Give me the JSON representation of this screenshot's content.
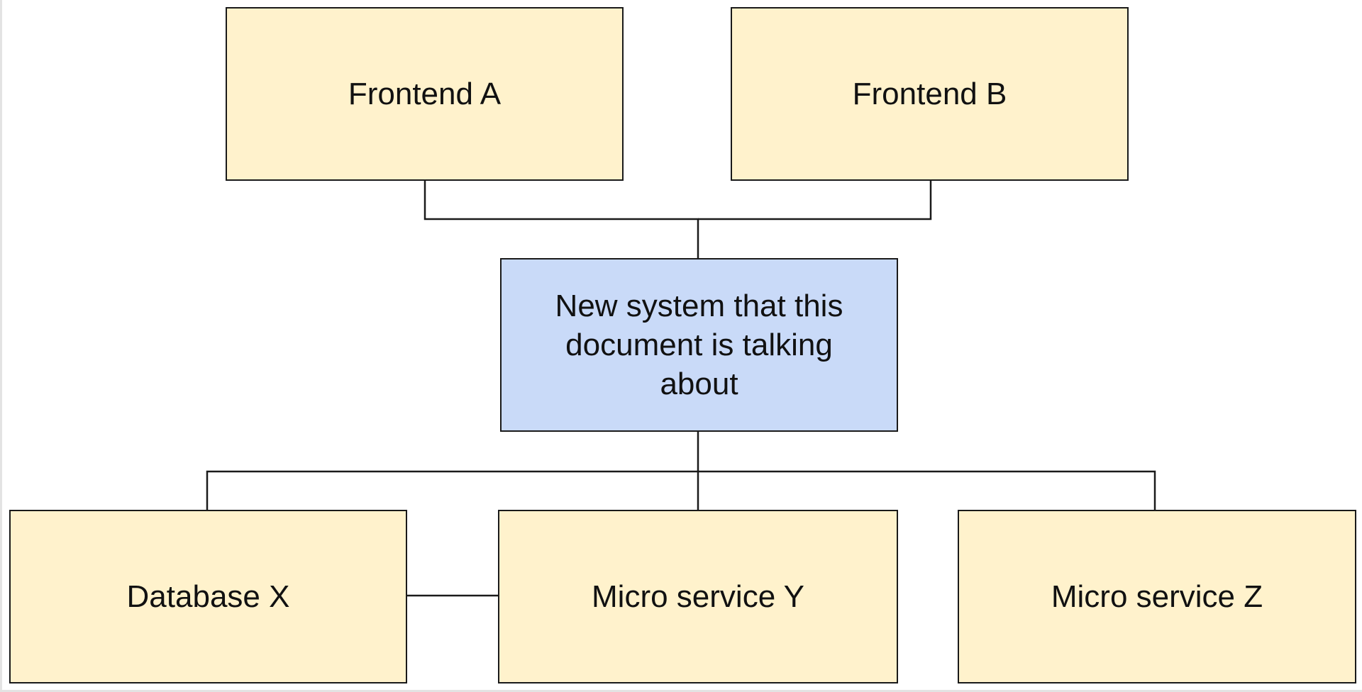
{
  "diagram": {
    "nodes": {
      "frontend_a": {
        "label": "Frontend A",
        "color": "#fff2cc"
      },
      "frontend_b": {
        "label": "Frontend B",
        "color": "#fff2cc"
      },
      "new_system": {
        "label": "New system that this document is talking about",
        "color": "#c9daf8"
      },
      "database_x": {
        "label": "Database X",
        "color": "#fff2cc"
      },
      "micro_service_y": {
        "label": "Micro service Y",
        "color": "#fff2cc"
      },
      "micro_service_z": {
        "label": "Micro service Z",
        "color": "#fff2cc"
      }
    },
    "edges": [
      {
        "from": "frontend_a",
        "to": "new_system"
      },
      {
        "from": "frontend_b",
        "to": "new_system"
      },
      {
        "from": "new_system",
        "to": "database_x"
      },
      {
        "from": "new_system",
        "to": "micro_service_y"
      },
      {
        "from": "new_system",
        "to": "micro_service_z"
      },
      {
        "from": "database_x",
        "to": "micro_service_y"
      }
    ],
    "line_color": "#1a1a1a"
  }
}
